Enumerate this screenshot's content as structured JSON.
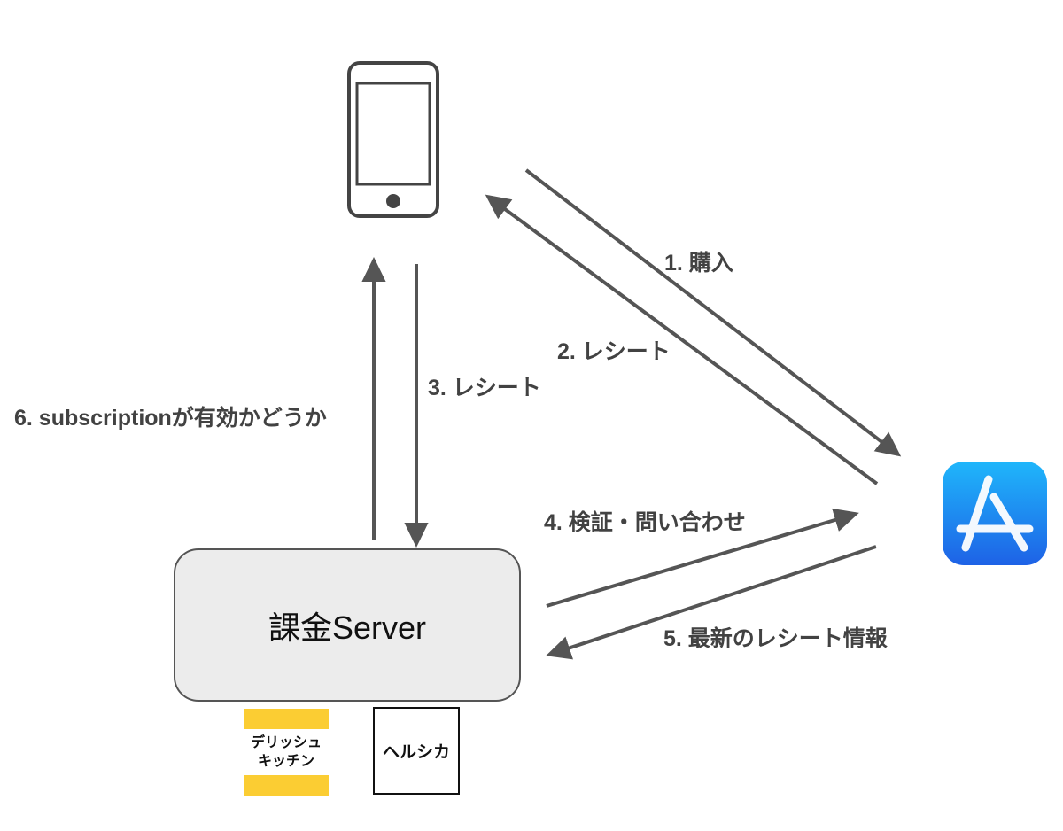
{
  "nodes": {
    "phone": {
      "icon": "smartphone-icon"
    },
    "server": {
      "label": "課金Server"
    },
    "appstore": {
      "icon": "app-store-icon"
    }
  },
  "edges": [
    {
      "id": "purchase",
      "label": "1. 購入",
      "from": "phone",
      "to": "appstore"
    },
    {
      "id": "receipt-from-store",
      "label": "2. レシート",
      "from": "appstore",
      "to": "phone"
    },
    {
      "id": "receipt-to-server",
      "label": "3. レシート",
      "from": "phone",
      "to": "server"
    },
    {
      "id": "verify",
      "label": "4. 検証・問い合わせ",
      "from": "server",
      "to": "appstore"
    },
    {
      "id": "latest-receipt",
      "label": "5. 最新のレシート情報",
      "from": "appstore",
      "to": "server"
    },
    {
      "id": "subscription-status",
      "label": "6. subscriptionが有効かどうか",
      "from": "server",
      "to": "phone"
    }
  ],
  "logos": {
    "delish": {
      "line1": "デリッシュ",
      "line2": "キッチン",
      "bar_color": "#fbcd33"
    },
    "helsika": {
      "text": "ヘルシカ"
    }
  },
  "colors": {
    "arrow": "#555555",
    "label": "#424242",
    "server_fill": "#ececec",
    "appstore_gradient_top": "#1fb6fb",
    "appstore_gradient_bottom": "#1e62e6"
  }
}
